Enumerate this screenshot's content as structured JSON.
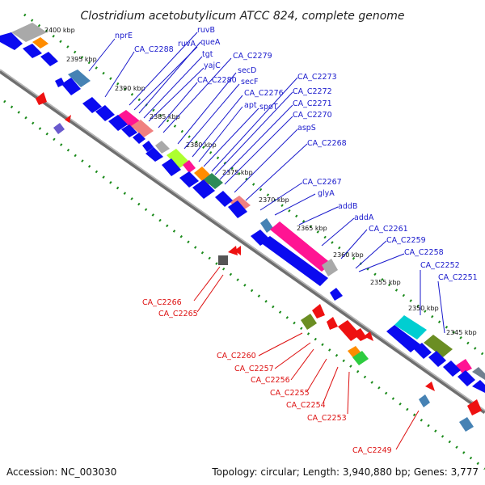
{
  "title": "Clostridium acetobutylicum ATCC 824, complete genome",
  "footer": {
    "accession": "Accession: NC_003030",
    "summary": "Topology: circular; Length: 3,940,880 bp; Genes: 3,777"
  },
  "colors": {
    "forward_label": "#1a1acc",
    "reverse_label": "#dd1111",
    "forward_gene": "#0a0af0",
    "reverse_gene": "#ee1111",
    "backbone": "#888888",
    "gc_track": "#1a8a1a"
  },
  "ticks": [
    "2400 kbp",
    "2395 kbp",
    "2390 kbp",
    "2385 kbp",
    "2380 kbp",
    "2375 kbp",
    "2370 kbp",
    "2365 kbp",
    "2360 kbp",
    "2355 kbp",
    "2350 kbp",
    "2345 kbp"
  ],
  "forward_labels": [
    "nprE",
    "CA_C2288",
    "ruvB",
    "ruvA",
    "queA",
    "tgt",
    "yajC",
    "CA_C2280",
    "CA_C2279",
    "secD",
    "secF",
    "CA_C2276",
    "apt",
    "spoT",
    "CA_C2273",
    "CA_C2272",
    "CA_C2271",
    "CA_C2270",
    "aspS",
    "CA_C2268",
    "CA_C2267",
    "glyA",
    "addB",
    "addA",
    "CA_C2261",
    "CA_C2259",
    "CA_C2258",
    "CA_C2252",
    "CA_C2251"
  ],
  "reverse_labels": [
    "CA_C2266",
    "CA_C2265",
    "CA_C2260",
    "CA_C2257",
    "CA_C2256",
    "CA_C2255",
    "CA_C2254",
    "CA_C2253",
    "CA_C2249"
  ]
}
